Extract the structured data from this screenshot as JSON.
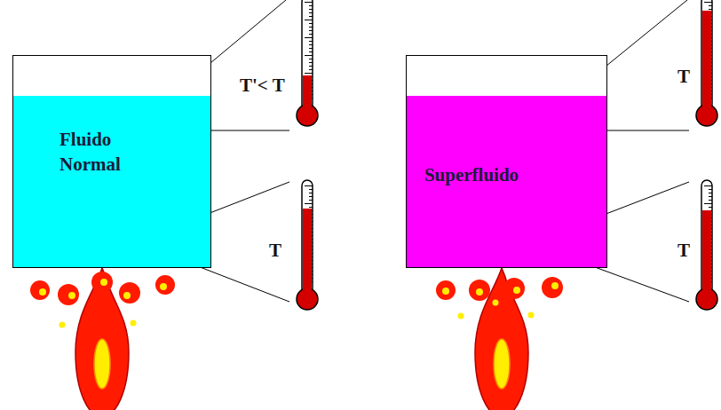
{
  "diagram": {
    "nodes": [
      {
        "text": [
          "Fluido Normal"
        ]
      },
      {
        "text": [
          "Superfluido"
        ]
      }
    ],
    "labels": [
      "T'< T",
      "T",
      "T",
      "T"
    ]
  }
}
